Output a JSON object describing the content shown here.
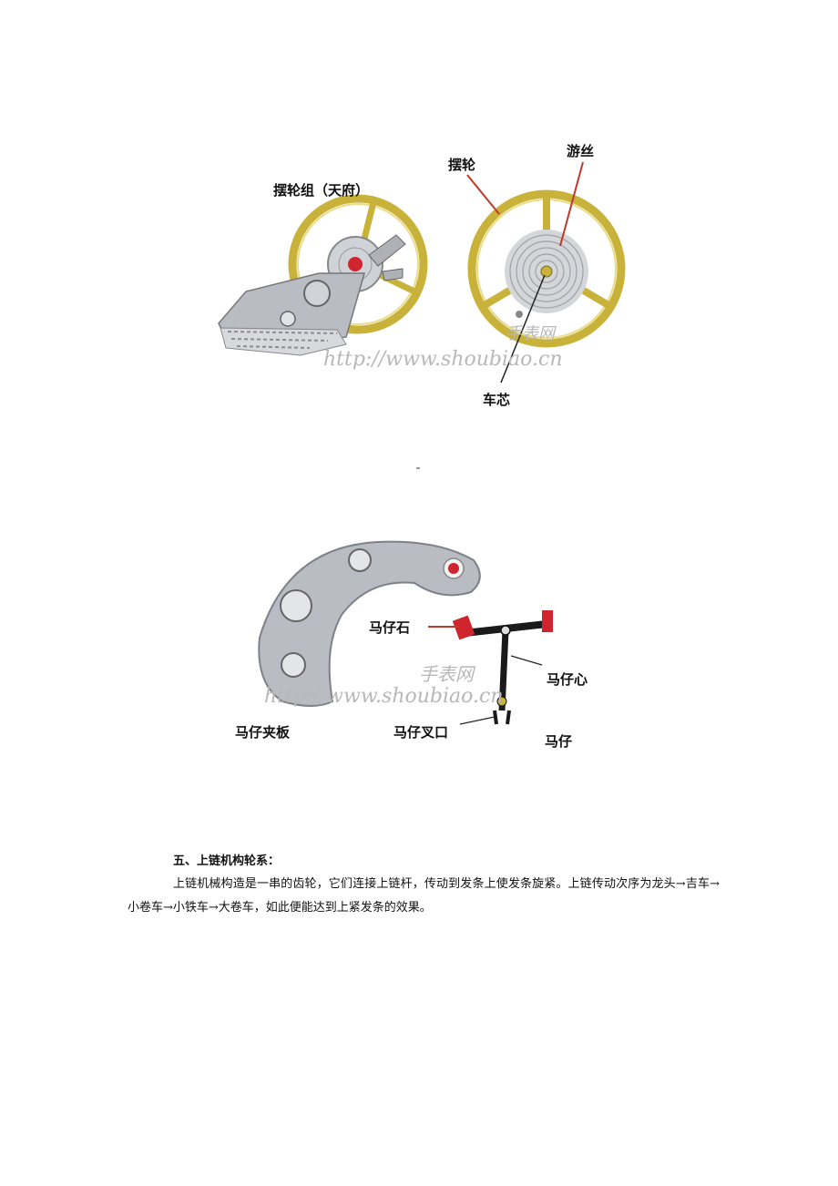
{
  "figure1": {
    "labels": {
      "balance_assembly": "摆轮组（天府）",
      "balance_wheel": "摆轮",
      "hairspring": "游丝",
      "balance_staff": "车芯"
    },
    "watermark_cn": "手表网",
    "watermark_url": "http://www.shoubiao.cn"
  },
  "figure2": {
    "labels": {
      "pallet_jewel": "马仔石",
      "pallet_staff": "马仔心",
      "pallet_bridge": "马仔夹板",
      "pallet_fork": "马仔叉口",
      "pallet_lever": "马仔"
    },
    "watermark_cn": "手表网",
    "watermark_url": "http://www.shoubiao.cn"
  },
  "section": {
    "heading": "五、上链机构轮系：",
    "body": "上链机械构造是一串的齿轮，它们连接上链杆，传动到发条上使发条旋紧。上链传动次序为龙头→吉车→小卷车→小铁车→大卷车，如此便能达到上紧发条的效果。"
  },
  "colors": {
    "gold": "#c9b23a",
    "steel": "#b9bcc2",
    "ruby": "#d0242e",
    "leader_red": "#c0392b"
  }
}
